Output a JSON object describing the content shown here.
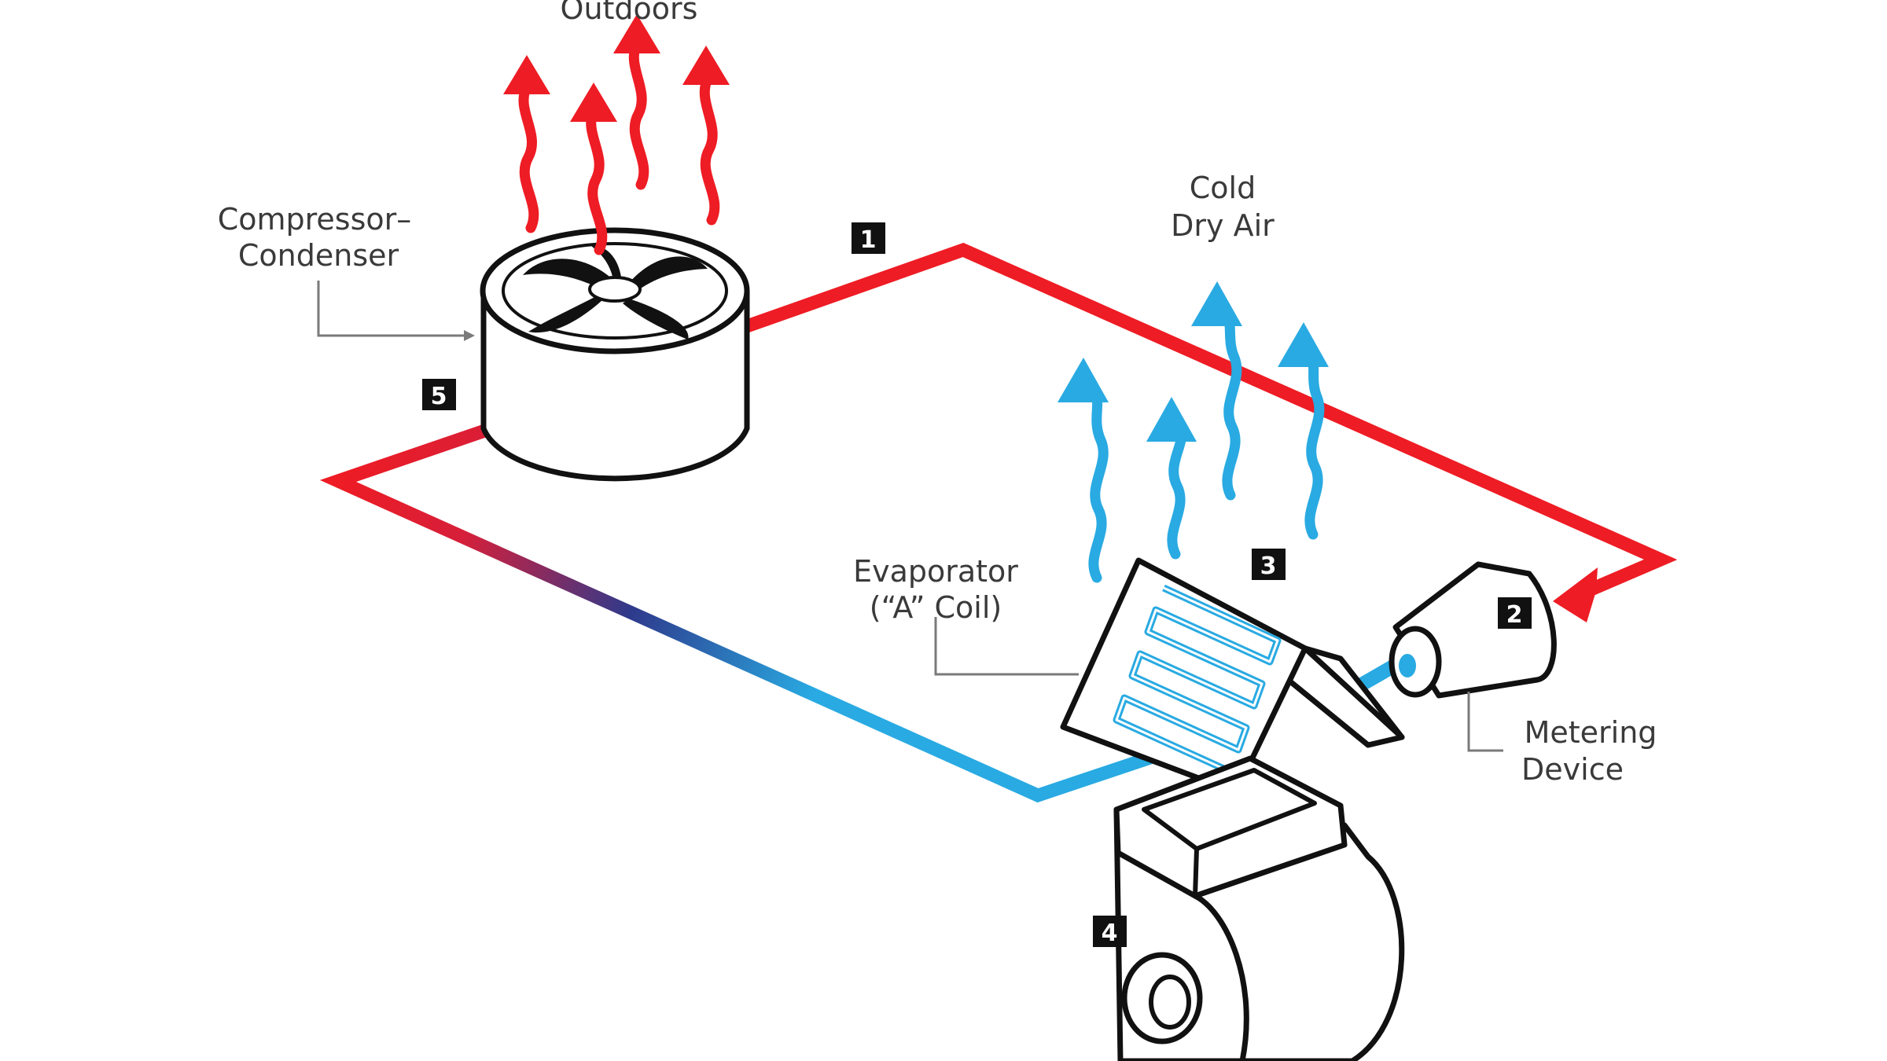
{
  "labels": {
    "outdoors": "Outdoors",
    "compressor_line1": "Compressor–",
    "compressor_line2": "Condenser",
    "cold_line1": "Cold",
    "cold_line2": "Dry Air",
    "evaporator_line1": "Evaporator",
    "evaporator_line2": "(“A” Coil)",
    "metering_line1": "Metering",
    "metering_line2": "Device"
  },
  "markers": [
    "1",
    "2",
    "3",
    "4",
    "5"
  ],
  "colors": {
    "hot": "#ee1c24",
    "cold": "#29aae2",
    "transition": "#2e3a8c",
    "outline": "#111111",
    "text": "#3a3a3a"
  },
  "icons": {
    "condenser": "fan-unit-icon",
    "evaporator": "a-coil-icon",
    "metering": "metering-valve-icon",
    "blower": "blower-icon"
  }
}
